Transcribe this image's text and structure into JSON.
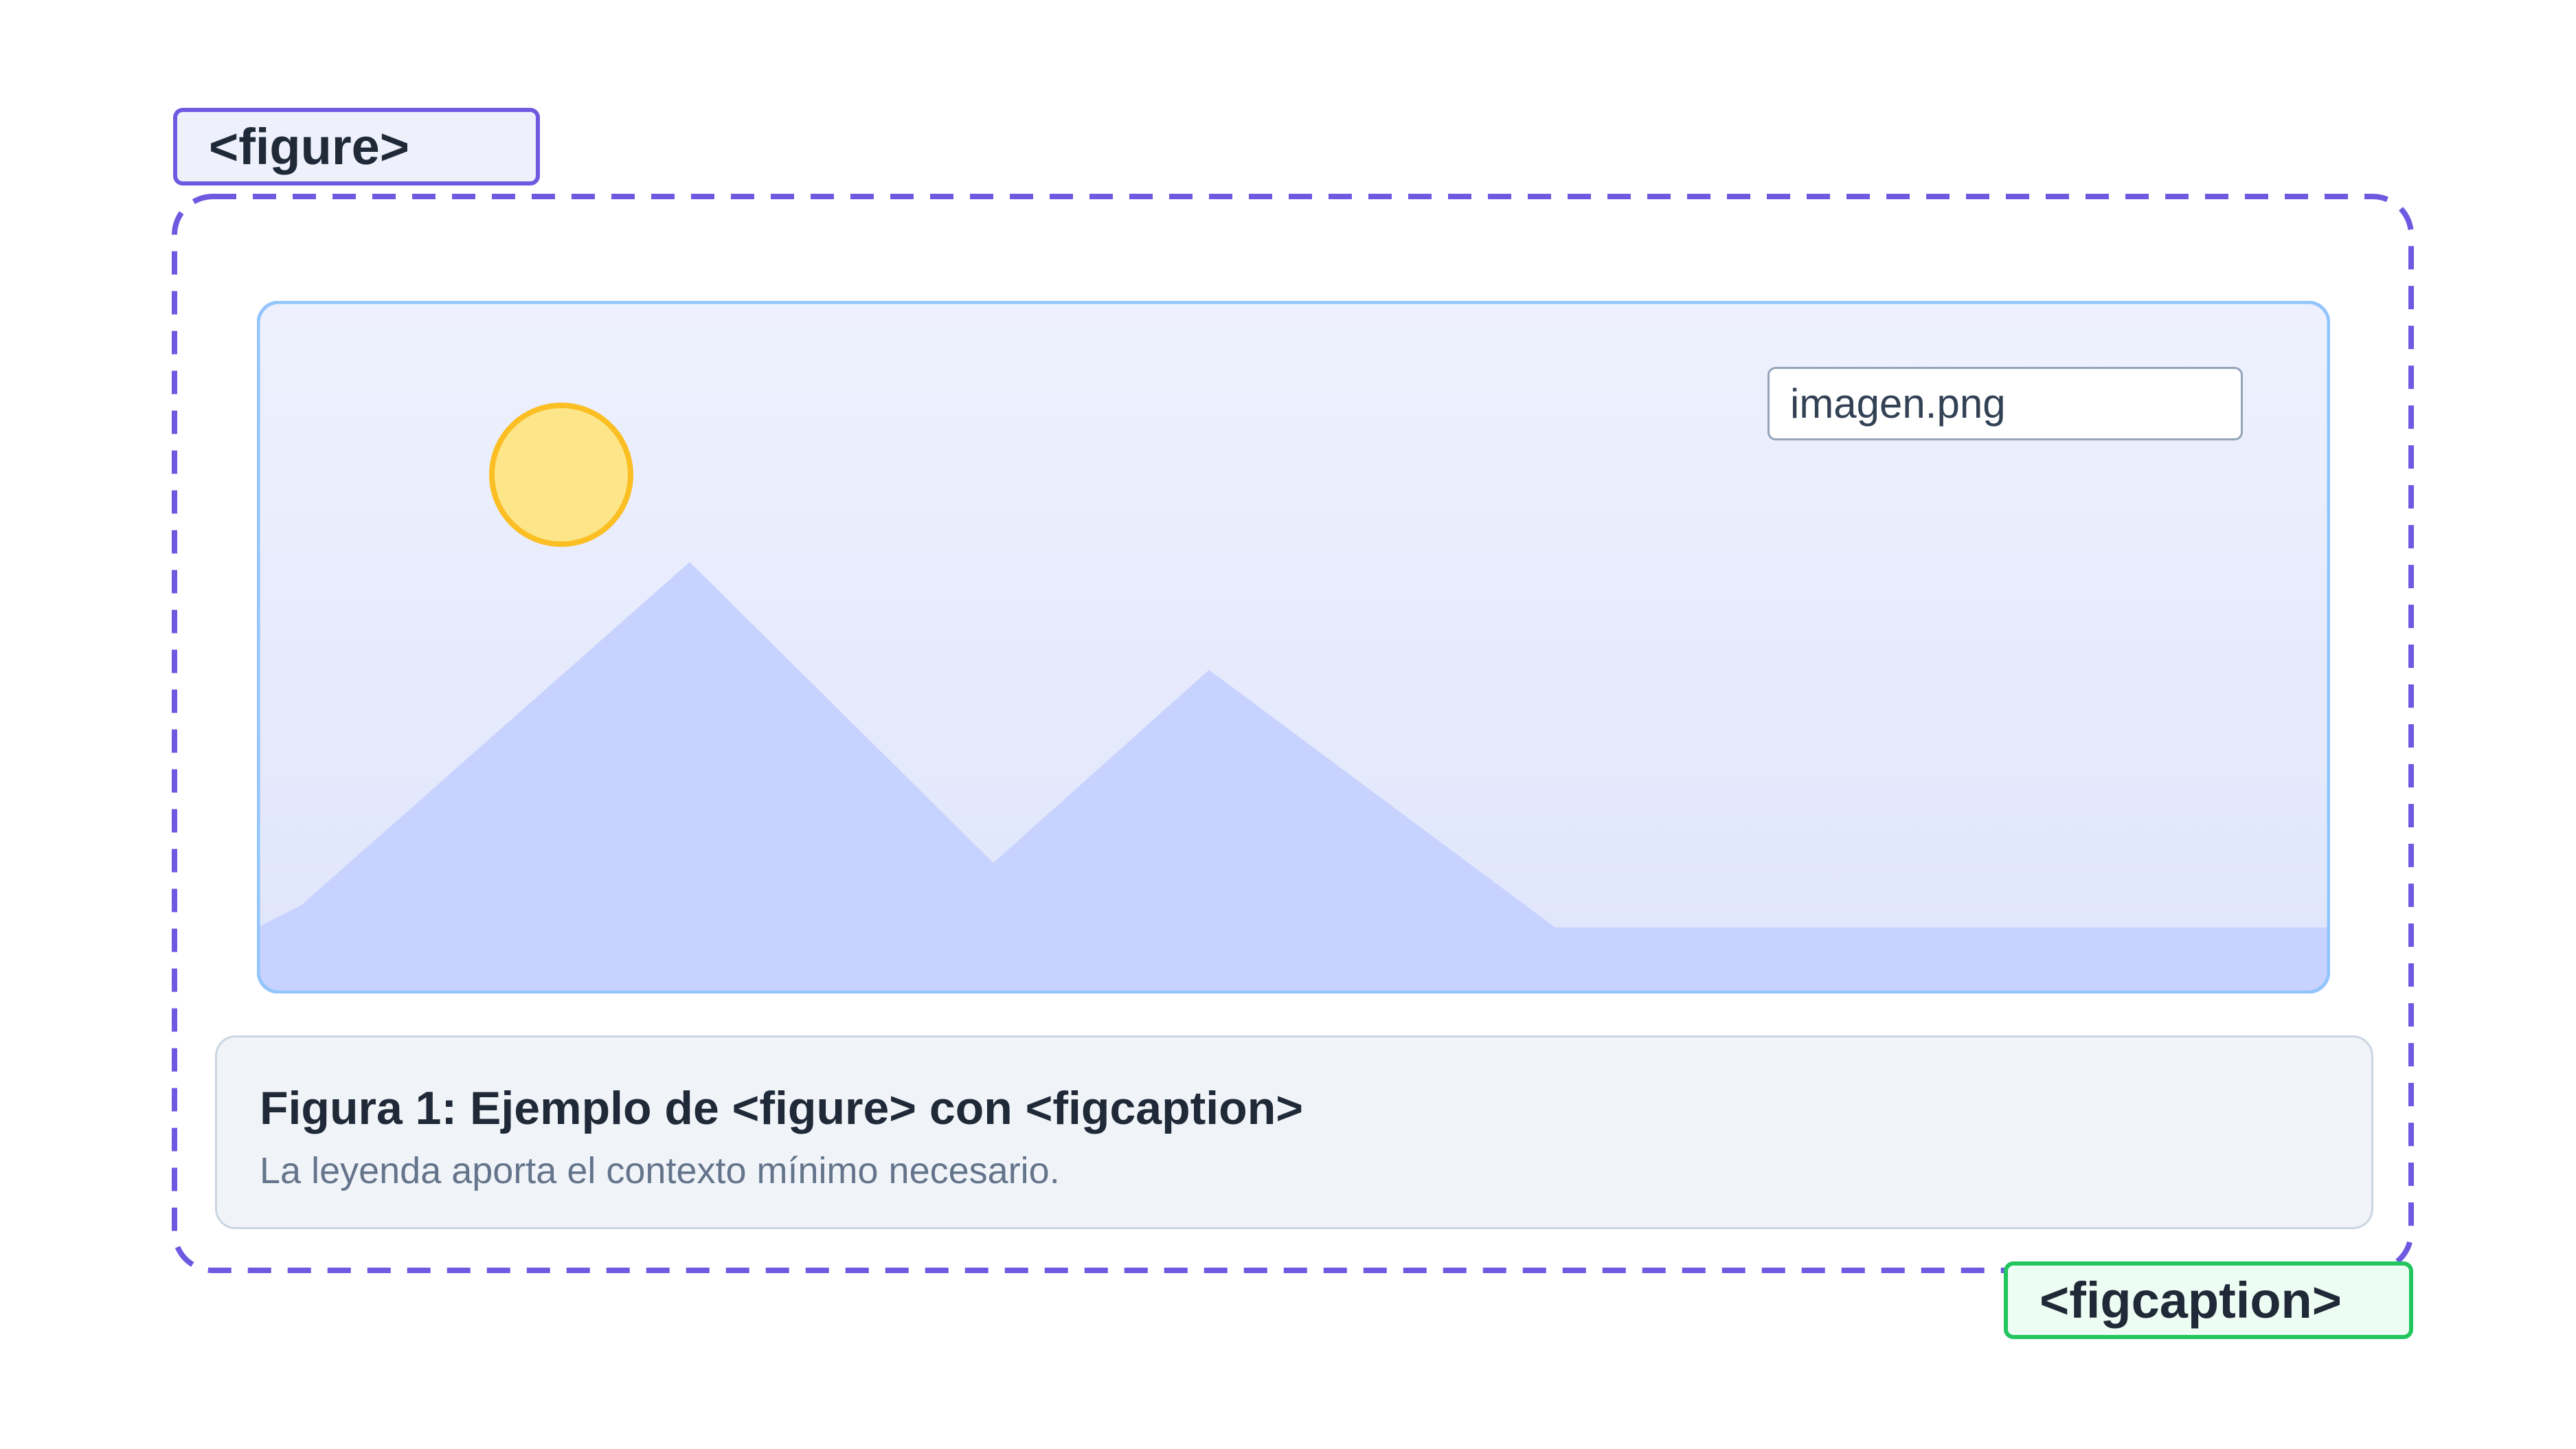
{
  "tags": {
    "figure": "<figure>",
    "figcaption": "<figcaption>"
  },
  "image": {
    "filename": "imagen.png",
    "icons": [
      "sun-icon",
      "mountains-icon"
    ]
  },
  "caption": {
    "title": "Figura 1: Ejemplo de <figure> con <figcaption>",
    "subtitle": "La leyenda aporta el contexto mínimo necesario."
  },
  "colors": {
    "figure_accent": "#6d5ae0",
    "figcaption_accent": "#22c55e",
    "image_border": "#93c5fd",
    "sun_fill": "#fde68a",
    "sun_stroke": "#fbbf24",
    "mountain_fill": "#c7d2fe"
  }
}
